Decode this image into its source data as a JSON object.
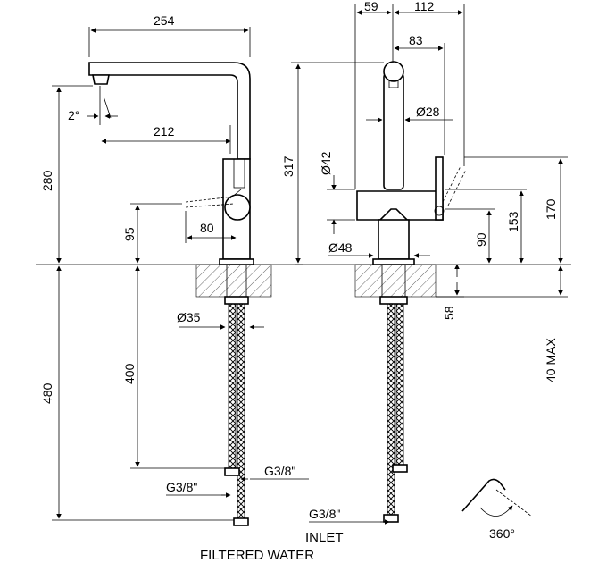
{
  "dimensions": {
    "width_254": "254",
    "depth_59": "59",
    "depth_112": "112",
    "depth_83": "83",
    "angle": "2°",
    "reach_212": "212",
    "dia_28": "Ø28",
    "dia_42": "Ø42",
    "height_280": "280",
    "height_317": "317",
    "height_153": "153",
    "height_170": "170",
    "handle_80": "80",
    "height_95": "95",
    "height_90": "90",
    "dia_48": "Ø48",
    "dia_35": "Ø35",
    "depth_58": "58",
    "max_40": "40 MAX",
    "hose_400": "400",
    "hose_480": "480",
    "thread_right": "G3/8\"",
    "thread_left": "G3/8\"",
    "thread_inlet": "G3/8\"",
    "rotation": "360°"
  },
  "captions": {
    "inlet": "INLET",
    "filtered": "FILTERED WATER"
  }
}
